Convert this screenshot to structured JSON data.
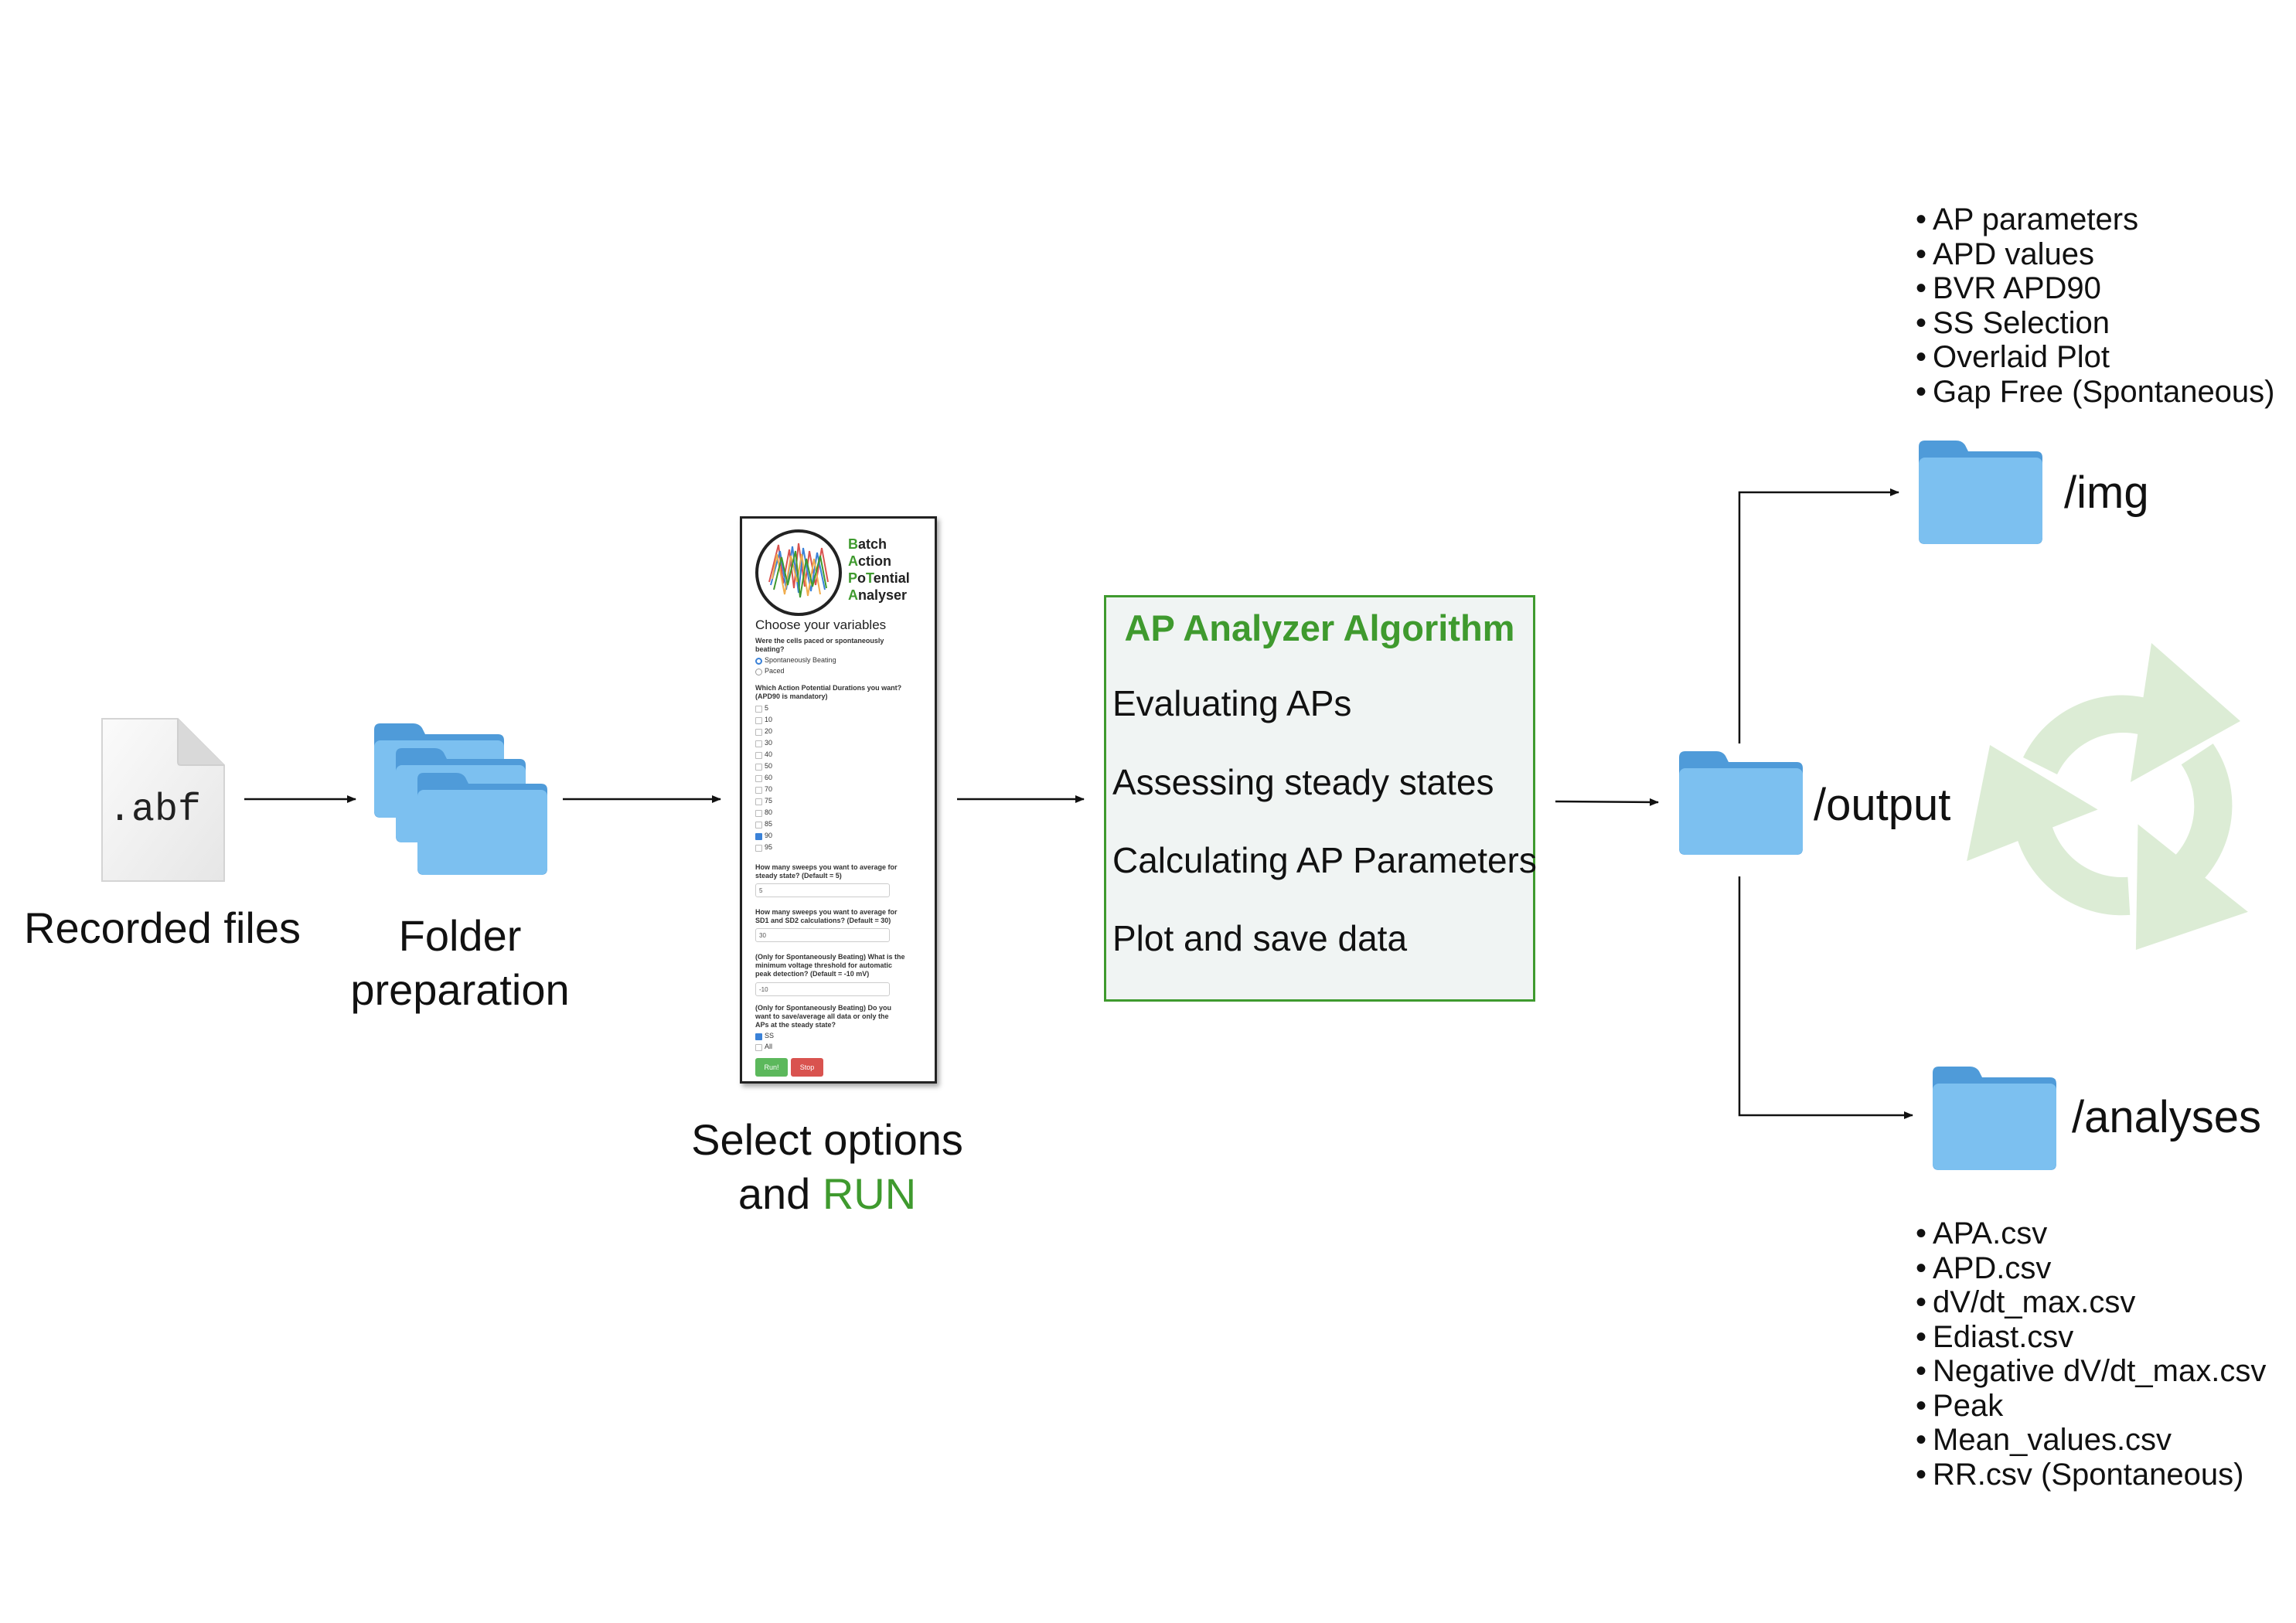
{
  "recorded_files": {
    "extension": ".abf",
    "label": "Recorded files"
  },
  "folder_prep": {
    "label_line1": "Folder",
    "label_line2": "preparation"
  },
  "select_run": {
    "line1": "Select options",
    "line2_prefix": "and ",
    "line2_accent": "RUN"
  },
  "app": {
    "logo_lines": [
      {
        "first": "B",
        "rest": "atch"
      },
      {
        "first": "A",
        "rest": "ction"
      },
      {
        "first": "P",
        "mid": "o",
        "second": "T",
        "rest": "ential"
      },
      {
        "first": "A",
        "rest": "nalyser"
      }
    ],
    "heading": "Choose your variables",
    "q1_line1": "Were the cells paced or spontaneously",
    "q1_line2": "beating?",
    "q1_options": [
      "Spontaneously Beating",
      "Paced"
    ],
    "q2_line1": "Which Action Potential Durations you want?",
    "q2_line2": "(APD90 is mandatory)",
    "apd_options": [
      "5",
      "10",
      "20",
      "30",
      "40",
      "50",
      "60",
      "70",
      "75",
      "80",
      "85",
      "90",
      "95"
    ],
    "apd_checked": [
      "90"
    ],
    "q3_line1": "How many sweeps you want to average for",
    "q3_line2": "steady state? (Default = 5)",
    "q3_value": "5",
    "q4_line1": "How many sweeps you want to average for",
    "q4_line2": "SD1 and SD2 calculations? (Default = 30)",
    "q4_value": "30",
    "q5_line1": "(Only for Spontaneously Beating) What is the",
    "q5_line2": "minimum voltage threshold for automatic",
    "q5_line3": "peak detection? (Default = -10 mV)",
    "q5_value": "-10",
    "q6_line1": "(Only for Spontaneously Beating) Do you",
    "q6_line2": "want to save/average all data or only the",
    "q6_line3": "APs at the steady state?",
    "q6_options": [
      "SS",
      "All"
    ],
    "run_label": "Run!",
    "stop_label": "Stop"
  },
  "algorithm": {
    "title": "AP Analyzer Algorithm",
    "steps": [
      "Evaluating APs",
      "Assessing steady states",
      "Calculating AP Parameters",
      "Plot and save data"
    ]
  },
  "output": {
    "main_folder": "/output",
    "img_folder": "/img",
    "analyses_folder": "/analyses",
    "img_items": [
      "AP parameters",
      "APD values",
      "BVR APD90",
      "SS Selection",
      "Overlaid Plot",
      "Gap Free (Spontaneous)"
    ],
    "analyses_items": [
      "APA.csv",
      "APD.csv",
      "dV/dt_max.csv",
      "Ediast.csv",
      "Negative dV/dt_max.csv",
      "Peak",
      "Mean_values.csv",
      "RR.csv (Spontaneous)"
    ]
  },
  "colors": {
    "accent_green": "#3f9a2e",
    "folder_blue": "#7cc0f0",
    "folder_tab_blue": "#4f9bd9",
    "cycle_green": "#dcecd5"
  }
}
